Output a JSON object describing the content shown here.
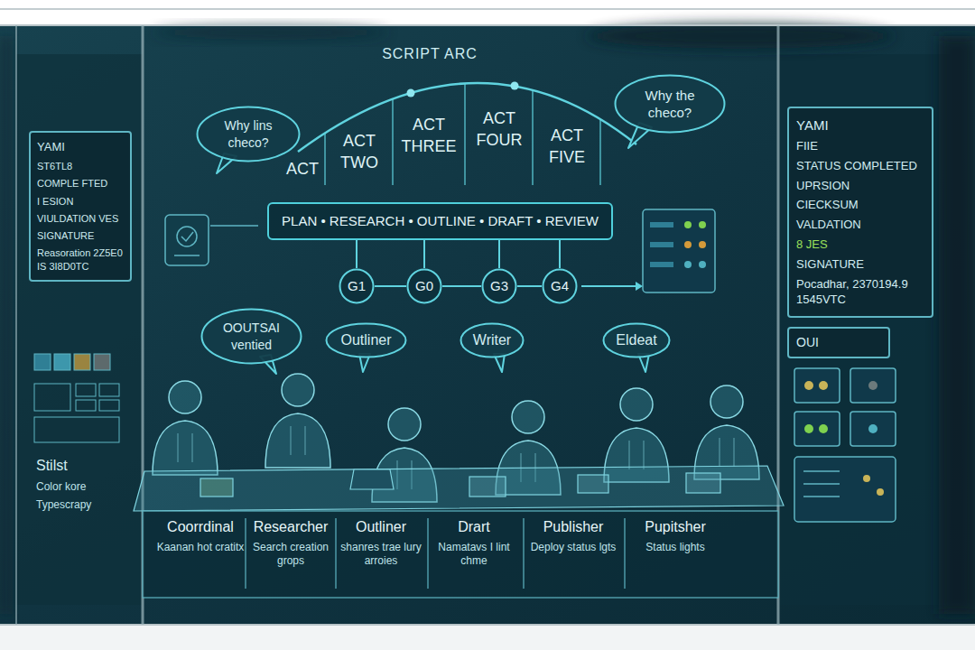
{
  "diagram": {
    "title": "SCRIPT ARC",
    "nodes": [
      {
        "text": [
          "ACT"
        ]
      },
      {
        "text": [
          "ACT TWO"
        ]
      },
      {
        "text": [
          "ACT THREE"
        ]
      },
      {
        "text": [
          "ACT FOUR"
        ]
      },
      {
        "text": [
          "ACT FIVE"
        ]
      },
      {
        "text": [
          "Why lins checo?"
        ]
      },
      {
        "text": [
          "Why the checo?"
        ]
      },
      {
        "text": [
          "PLAN • RESEARCH • OUTLINE • DRAFT • REVIEW"
        ]
      },
      {
        "text": [
          "G1"
        ]
      },
      {
        "text": [
          "G0"
        ]
      },
      {
        "text": [
          "G3"
        ]
      },
      {
        "text": [
          "G4"
        ]
      },
      {
        "text": [
          "YAMI",
          "ST6TL8",
          "COMPLE FTED",
          "I ESION",
          "VIULDATION VES",
          "SIGNATURE",
          "Reasoration 2Z5E0 IS 3I8D0TC"
        ]
      },
      {
        "text": [
          "YAMI",
          "FIIE",
          "STATUS COMPLETED",
          "UPRSION",
          "CIECKSUM",
          "VALDATION",
          "8 JES",
          "SIGNATURE",
          "Pocadhar, 2370194.9 1545VTC"
        ]
      },
      {
        "text": [
          "OUI"
        ]
      },
      {
        "text": [
          "OOUTSAI ventied"
        ]
      },
      {
        "text": [
          "Outliner"
        ]
      },
      {
        "text": [
          "Writer"
        ]
      },
      {
        "text": [
          "Eldeat"
        ]
      },
      {
        "text": [
          "Coorrdinal",
          "Kaanan hot cratitx"
        ]
      },
      {
        "text": [
          "Researcher",
          "Search creation grops"
        ]
      },
      {
        "text": [
          "Outliner",
          "shanres trae lury arroies"
        ]
      },
      {
        "text": [
          "Drart",
          "Namatavs I lint chme"
        ]
      },
      {
        "text": [
          "Publisher",
          "Deploy status lgts"
        ]
      },
      {
        "text": [
          "Pupitsher",
          "Status lights"
        ]
      }
    ],
    "edges": [
      {
        "from": 7,
        "to": 8,
        "arrow": "none"
      },
      {
        "from": 7,
        "to": 9,
        "arrow": "none"
      },
      {
        "from": 7,
        "to": 10,
        "arrow": "none"
      },
      {
        "from": 7,
        "to": 11,
        "arrow": "none"
      },
      {
        "from": 8,
        "to": 9,
        "arrow": "none"
      },
      {
        "from": 9,
        "to": 10,
        "arrow": "none"
      },
      {
        "from": 10,
        "to": 11,
        "arrow": "none"
      }
    ],
    "labels": [
      "Stilst",
      "Color kore",
      "Typescrapy"
    ]
  }
}
